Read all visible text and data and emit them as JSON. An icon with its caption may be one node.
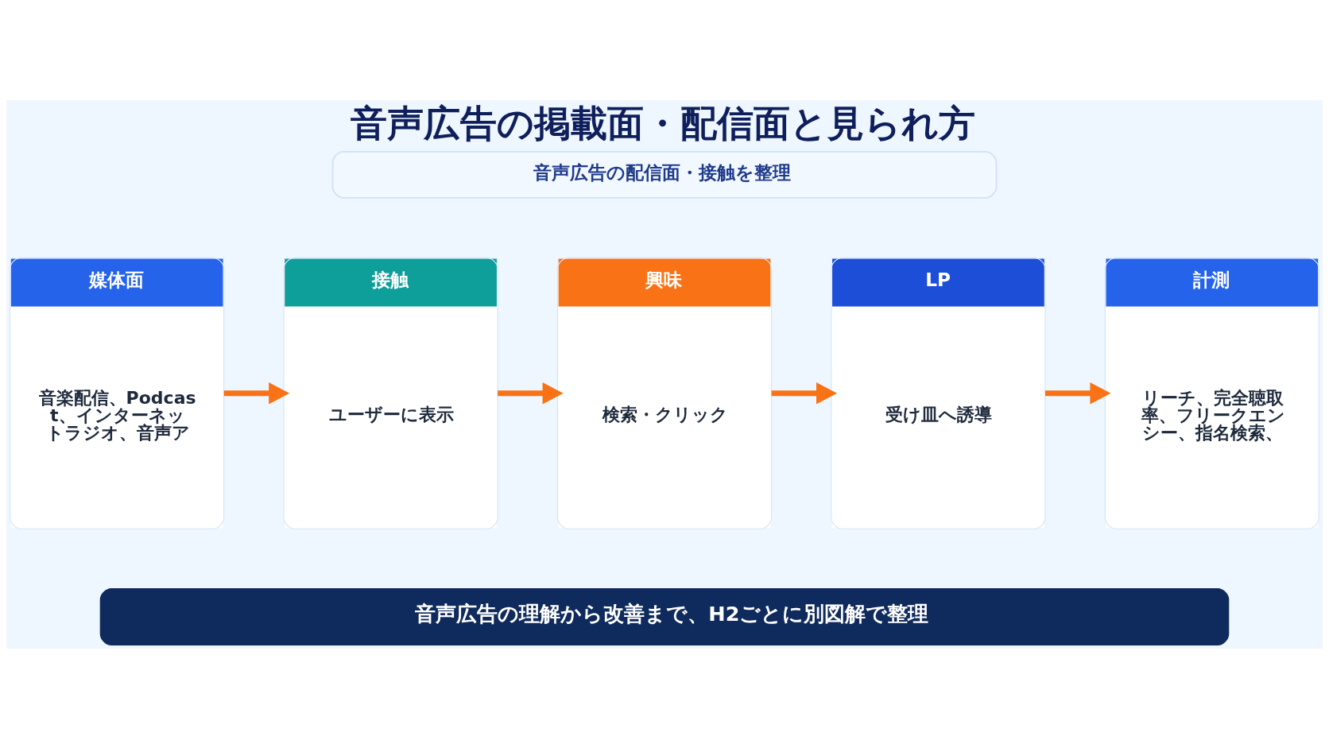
{
  "diagram": {
    "title": "音声広告の掲載面・配信面と見られ方",
    "nodes": [
      {
        "text": [
          "音声広告の配信面・接触を整理"
        ]
      },
      {
        "text": [
          "媒体面",
          "音楽配信、Podcast、インターネットラジオ、音声ア"
        ]
      },
      {
        "text": [
          "接触",
          "ユーザーに表示"
        ]
      },
      {
        "text": [
          "興味",
          "検索・クリック"
        ]
      },
      {
        "text": [
          "LP",
          "受け皿へ誘導"
        ]
      },
      {
        "text": [
          "計測",
          "リーチ、完全聴取率、フリークエンシー、指名検索、"
        ]
      },
      {
        "text": [
          "音声広告の理解から改善まで、H2ごとに別図解で整理"
        ]
      }
    ],
    "edges": [
      {
        "from": 1,
        "to": 2,
        "arrow": "to"
      },
      {
        "from": 2,
        "to": 3,
        "arrow": "to"
      },
      {
        "from": 3,
        "to": 4,
        "arrow": "to"
      },
      {
        "from": 4,
        "to": 5,
        "arrow": "to"
      }
    ]
  }
}
